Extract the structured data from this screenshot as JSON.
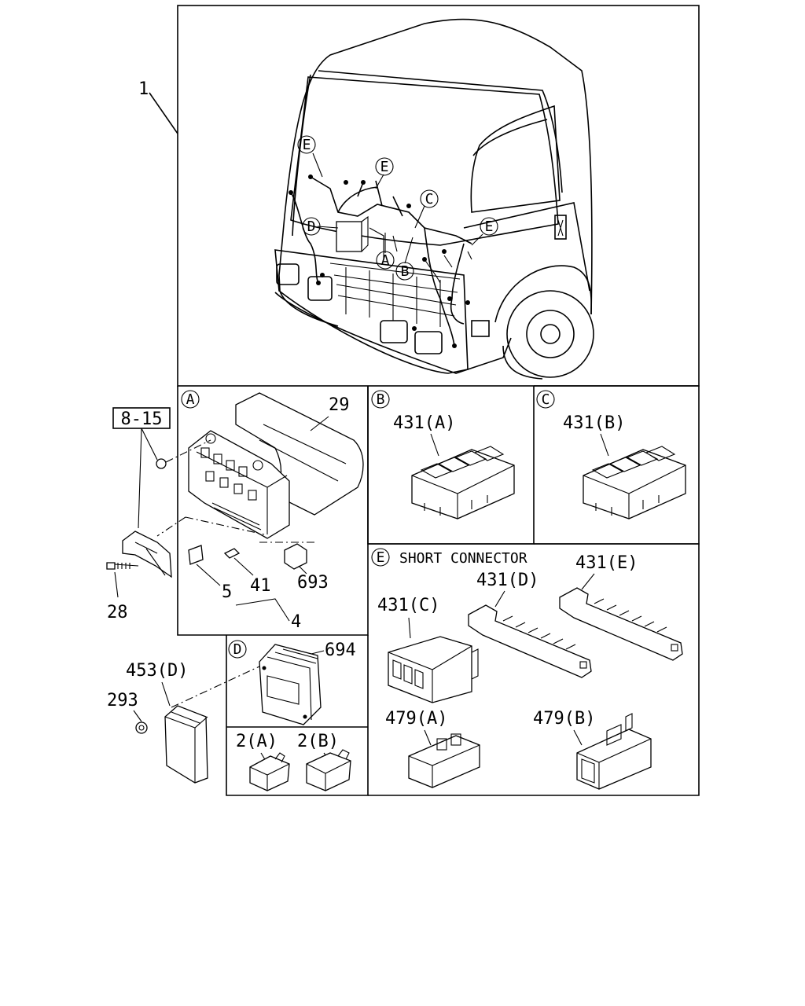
{
  "callouts": {
    "harness": "1",
    "bracket_ref": "8-15",
    "bolt": "28",
    "fuse_cover": "29",
    "fuse": "5",
    "fuse_small": "41",
    "relay_box": "4",
    "relay": "693",
    "ecu_cover": "694",
    "ecu": "453(D)",
    "nut": "293",
    "relay_a": "2(A)",
    "relay_b": "2(B)",
    "conn_431a": "431(A)",
    "conn_431b": "431(B)",
    "conn_431c": "431(C)",
    "conn_431d": "431(D)",
    "conn_431e": "431(E)",
    "conn_479a": "479(A)",
    "conn_479b": "479(B)"
  },
  "detail_markers": {
    "a": "A",
    "b": "B",
    "c": "C",
    "d": "D",
    "e": "E"
  },
  "panels": {
    "e_title": "SHORT CONNECTOR"
  }
}
